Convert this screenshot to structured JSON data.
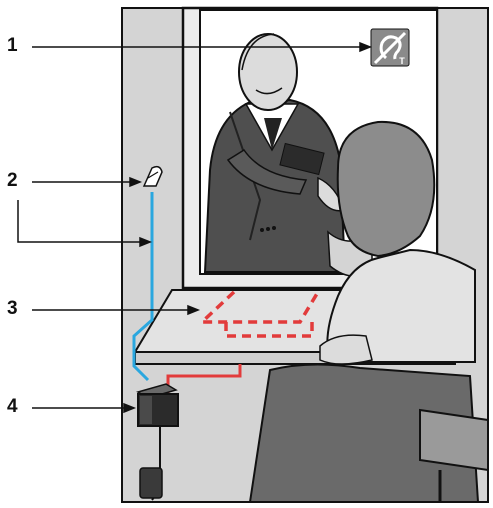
{
  "callouts": [
    {
      "number": "1",
      "target": "hearing-loop-sign"
    },
    {
      "number": "2",
      "target": "loop-microphone-and-cable"
    },
    {
      "number": "3",
      "target": "counter-loop-pad"
    },
    {
      "number": "4",
      "target": "loop-amplifier"
    }
  ],
  "sign": {
    "letter": "T"
  },
  "colors": {
    "cable": "#2aa7df",
    "loop_wire": "#e23b3b",
    "booth_grey": "#d4d4d4",
    "counter_grey": "#e3e3e3",
    "outline": "#111111",
    "sign_grey": "#8a8a8a"
  }
}
